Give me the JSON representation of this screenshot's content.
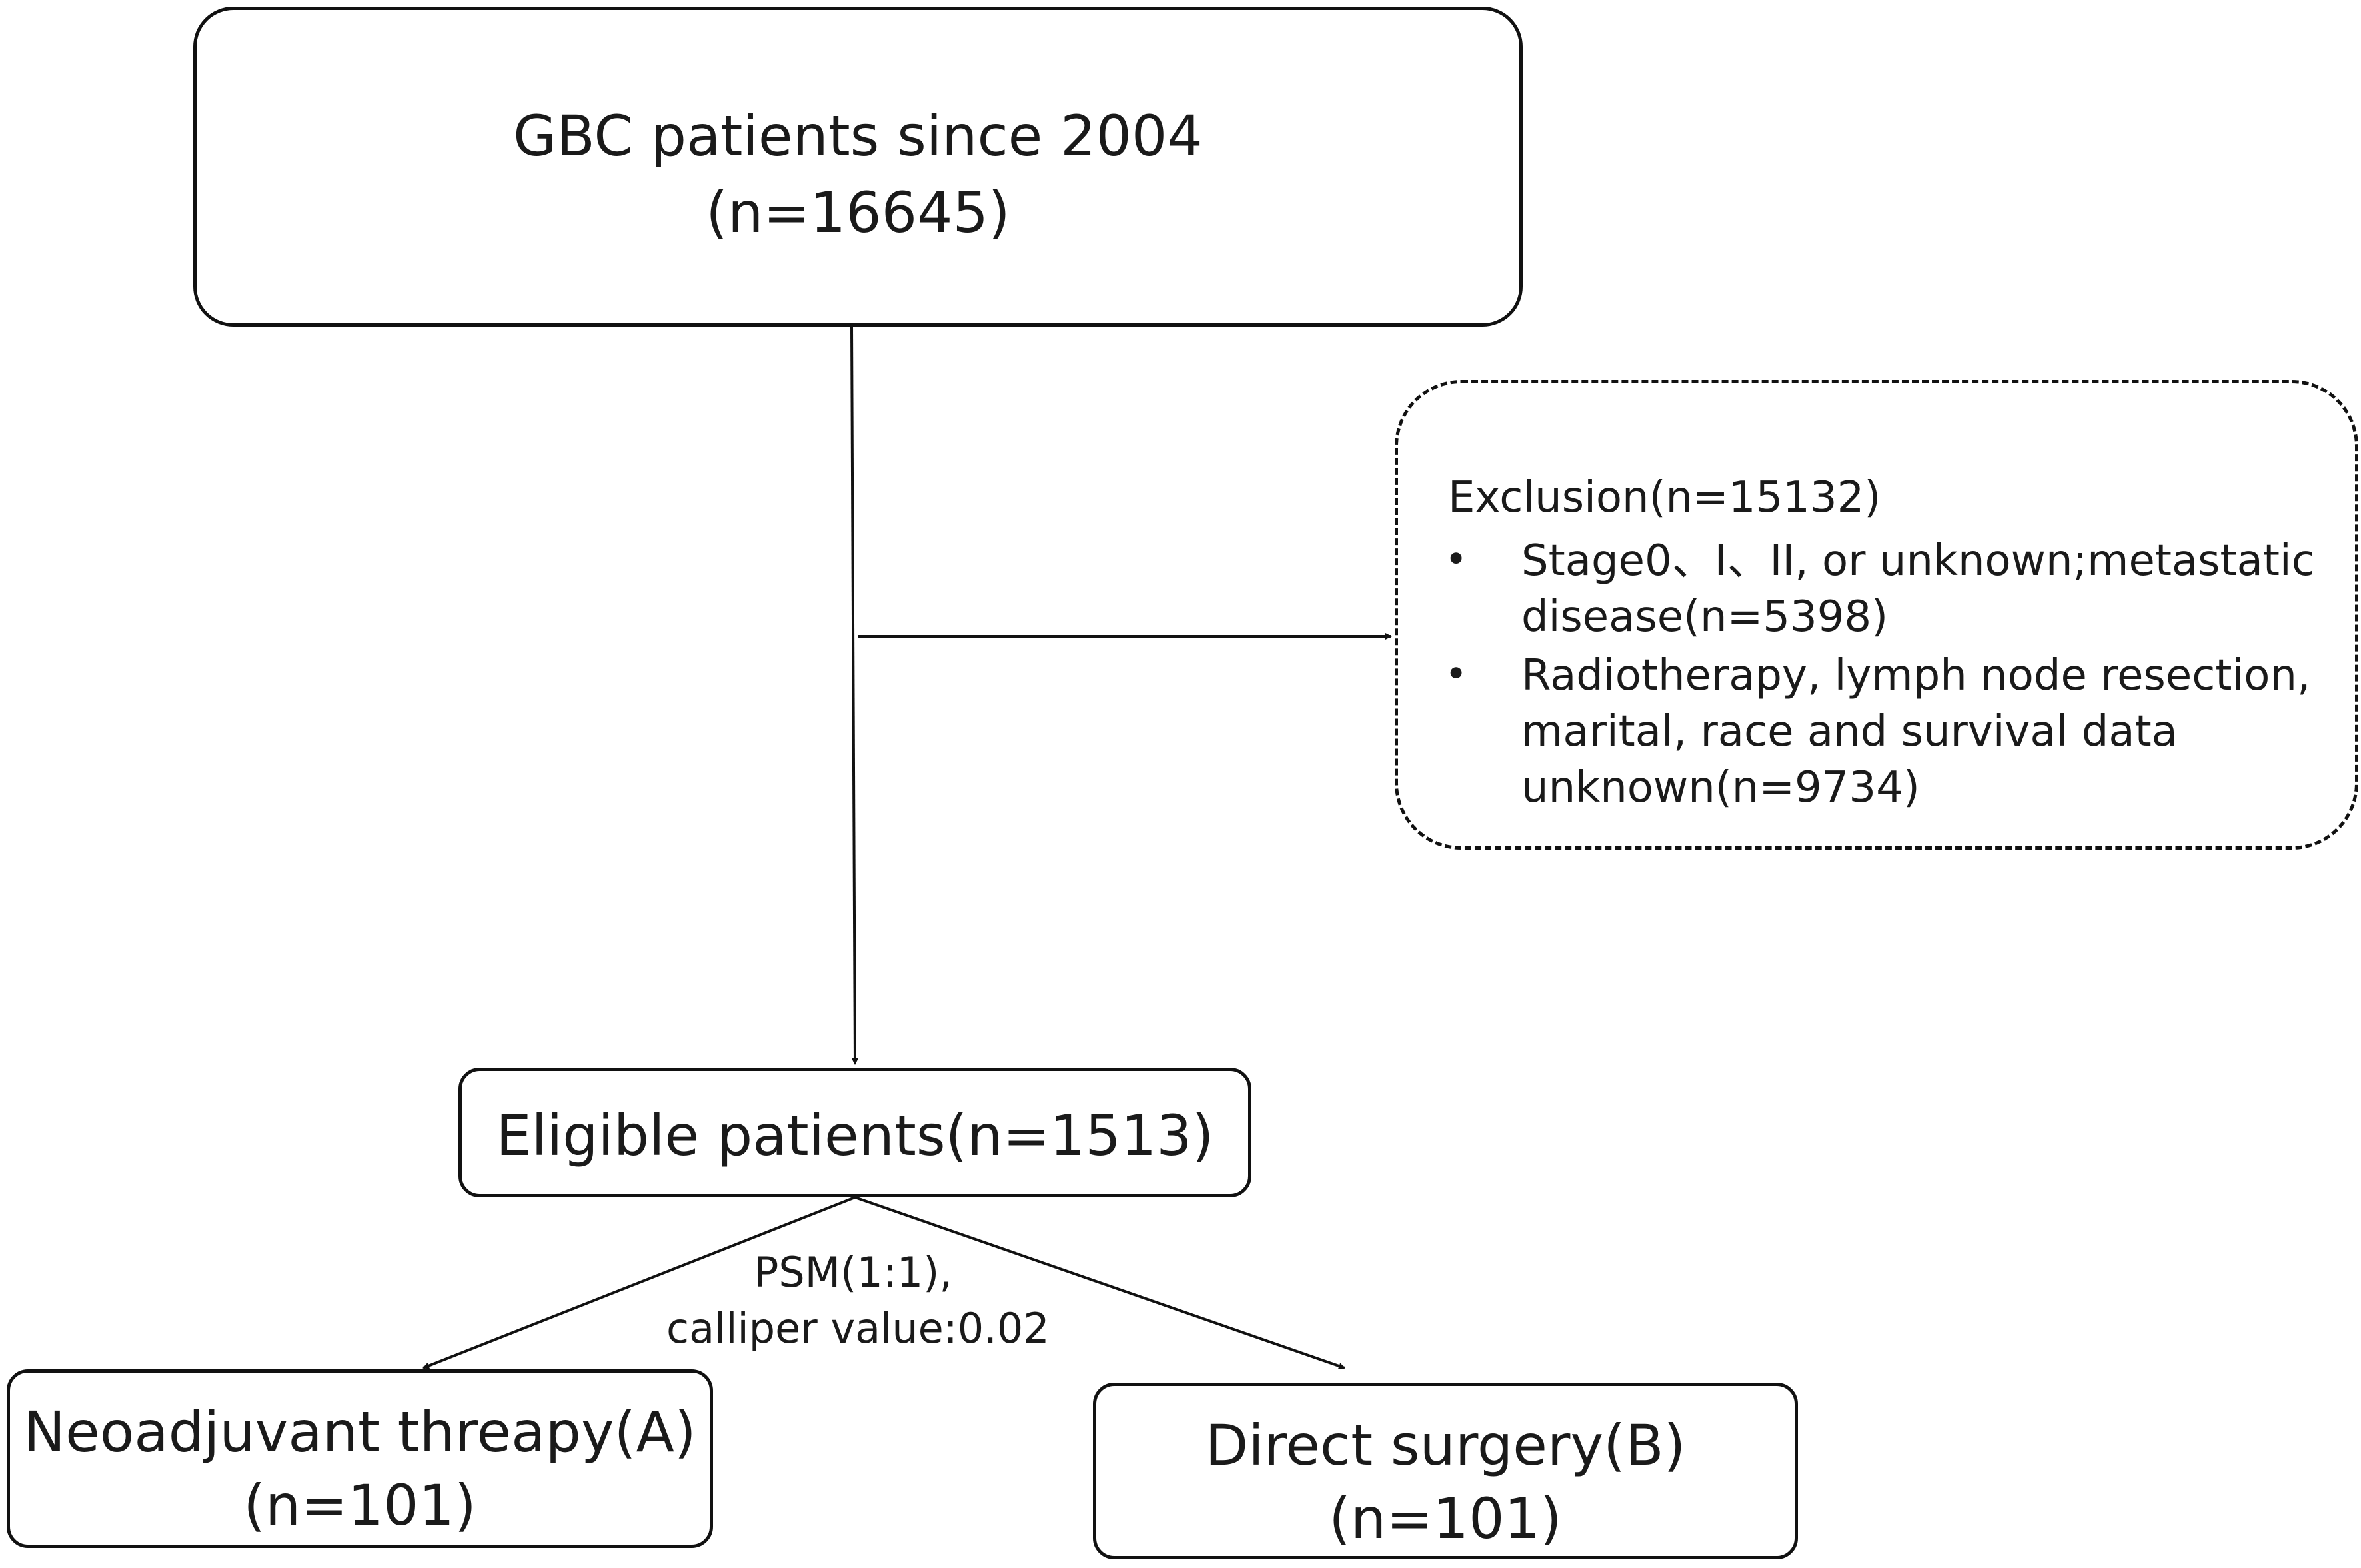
{
  "start": {
    "line1": "GBC patients since 2004",
    "line2": "(n=16645)"
  },
  "exclusion": {
    "title": "Exclusion(n=15132)",
    "bullets": [
      {
        "marker": "•",
        "line1": "Stage0、I、II,  or unknown;metastatic",
        "line2": "disease(n=5398)"
      },
      {
        "marker": "•",
        "line1": "Radiotherapy, lymph node resection,",
        "line2": "marital, race and survival data",
        "line3": "unknown(n=9734)"
      }
    ]
  },
  "eligible": {
    "label": "Eligible patients(n=1513)"
  },
  "psm": {
    "line1": "PSM(1:1),",
    "line2": "calliper value:0.02"
  },
  "group_a": {
    "line1": "Neoadjuvant threapy(A)",
    "line2": "(n=101)"
  },
  "group_b": {
    "line1": "Direct surgery(B)",
    "line2": "(n=101)"
  }
}
